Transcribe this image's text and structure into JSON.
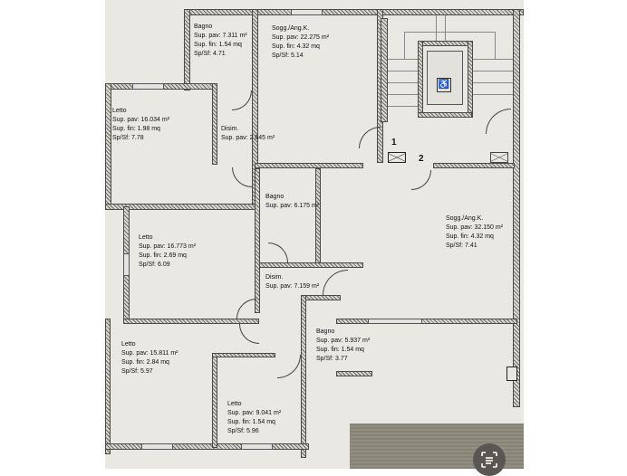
{
  "floor_plan": {
    "rooms": [
      {
        "id": "bagno-top",
        "name": "Bagno",
        "sup_pav": "Sup. pav: 7.311 m²",
        "sup_fin": "Sup. fin:  1.54 mq",
        "sp_sf": "Sp/Sf:  4.71"
      },
      {
        "id": "sogg-top",
        "name": "Sogg./Ang.K.",
        "sup_pav": "Sup. pav: 22.275 m²",
        "sup_fin": "Sup. fin:  4.32 mq",
        "sp_sf": "Sp/Sf:  5.14"
      },
      {
        "id": "letto-1",
        "name": "Letto",
        "sup_pav": "Sup. pav: 16.034 m²",
        "sup_fin": "Sup. fin:  1.98 mq",
        "sp_sf": "Sp/Sf:  7.78"
      },
      {
        "id": "disim-1",
        "name": "Disim.",
        "sup_pav": "Sup. pav: 2.645 m²"
      },
      {
        "id": "bagno-mid",
        "name": "Bagno",
        "sup_pav": "Sup. pav: 6.175 m²"
      },
      {
        "id": "sogg-right",
        "name": "Sogg./Ang.K.",
        "sup_pav": "Sup. pav: 32.150 m²",
        "sup_fin": "Sup. fin:  4.32 mq",
        "sp_sf": "Sp/Sf:  7.41"
      },
      {
        "id": "letto-2",
        "name": "Letto",
        "sup_pav": "Sup. pav: 16.773 m²",
        "sup_fin": "Sup. fin:  2.69 mq",
        "sp_sf": "Sp/Sf:  6.09"
      },
      {
        "id": "disim-2",
        "name": "Disim.",
        "sup_pav": "Sup. pav: 7.159 m²"
      },
      {
        "id": "bagno-low",
        "name": "Bagno",
        "sup_pav": "Sup. pav: 5.937 m²",
        "sup_fin": "Sup. fin:  1.54 mq",
        "sp_sf": "Sp/Sf:  3.77"
      },
      {
        "id": "letto-3",
        "name": "Letto",
        "sup_pav": "Sup. pav: 15.811 m²",
        "sup_fin": "Sup. fin:  2.84 mq",
        "sp_sf": "Sp/Sf:  5.97"
      },
      {
        "id": "letto-4",
        "name": "Letto",
        "sup_pav": "Sup. pav: 9.041 m²",
        "sup_fin": "Sup. fin:  1.54 mq",
        "sp_sf": "Sp/Sf:  5.96"
      }
    ],
    "markers": {
      "entrance_1": "1",
      "entrance_2": "2"
    },
    "icons": {
      "elevator": "wheelchair-accessible-icon",
      "scan": "scan-text-icon"
    },
    "colors": {
      "paper": "#e9e8e3",
      "wall_hatch": "#6b6a66",
      "terrace": "#8e8a7c",
      "scan_button": "#5a5753"
    }
  }
}
